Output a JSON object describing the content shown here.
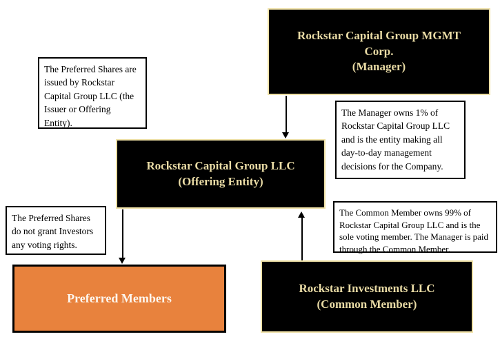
{
  "entities": {
    "manager": {
      "line1": "Rockstar Capital Group MGMT",
      "line2": "Corp.",
      "line3": "(Manager)"
    },
    "offering": {
      "line1": "Rockstar Capital Group LLC",
      "line2": "(Offering Entity)"
    },
    "preferred": {
      "line1": "Preferred Members"
    },
    "common": {
      "line1": "Rockstar Investments LLC",
      "line2": "(Common Member)"
    }
  },
  "notes": {
    "preferred_issuer": "The Preferred Shares are issued by Rockstar Capital Group LLC (the Issuer or Offering Entity).",
    "manager_ownership": "The Manager owns 1% of Rockstar Capital Group LLC and is the entity making all day-to-day management decisions for the Company.",
    "no_voting_rights": "The Preferred Shares do not grant Investors any voting rights.",
    "common_ownership": "The Common Member owns 99% of Rockstar Capital Group LLC and is the sole voting member. The Manager is paid through the Common Member."
  },
  "colors": {
    "entity_fill": "#000000",
    "entity_border": "#EFE1A6",
    "entity_text": "#E9DBA5",
    "preferred_fill": "#E8823D",
    "preferred_text": "#FDF6EE",
    "note_border": "#000000",
    "connector": "#000000"
  }
}
